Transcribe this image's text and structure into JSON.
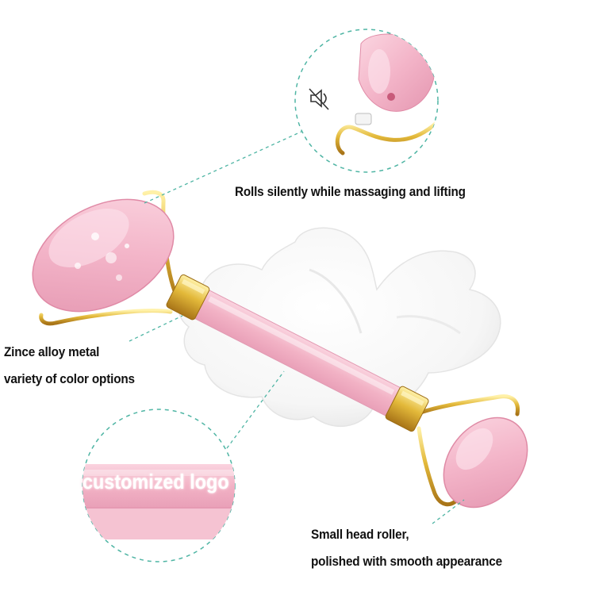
{
  "image": {
    "subject": "rose quartz facial roller product illustration",
    "colors": {
      "quartz": "#f6bfd0",
      "quartz_dark": "#e79ab3",
      "gold": "#e3b93a",
      "gold_dark": "#b9861e",
      "guide_line": "#4fb5a4",
      "background": "#ffffff"
    }
  },
  "callouts": {
    "silent": "Rolls silently while massaging and lifting",
    "alloy_line1": "Zince alloy metal",
    "alloy_line2": "variety of color options",
    "logo": "customized logo",
    "small_line1": "Small head roller,",
    "small_line2": "polished with smooth appearance"
  },
  "icons": {
    "mute": "mute-speaker-icon"
  }
}
